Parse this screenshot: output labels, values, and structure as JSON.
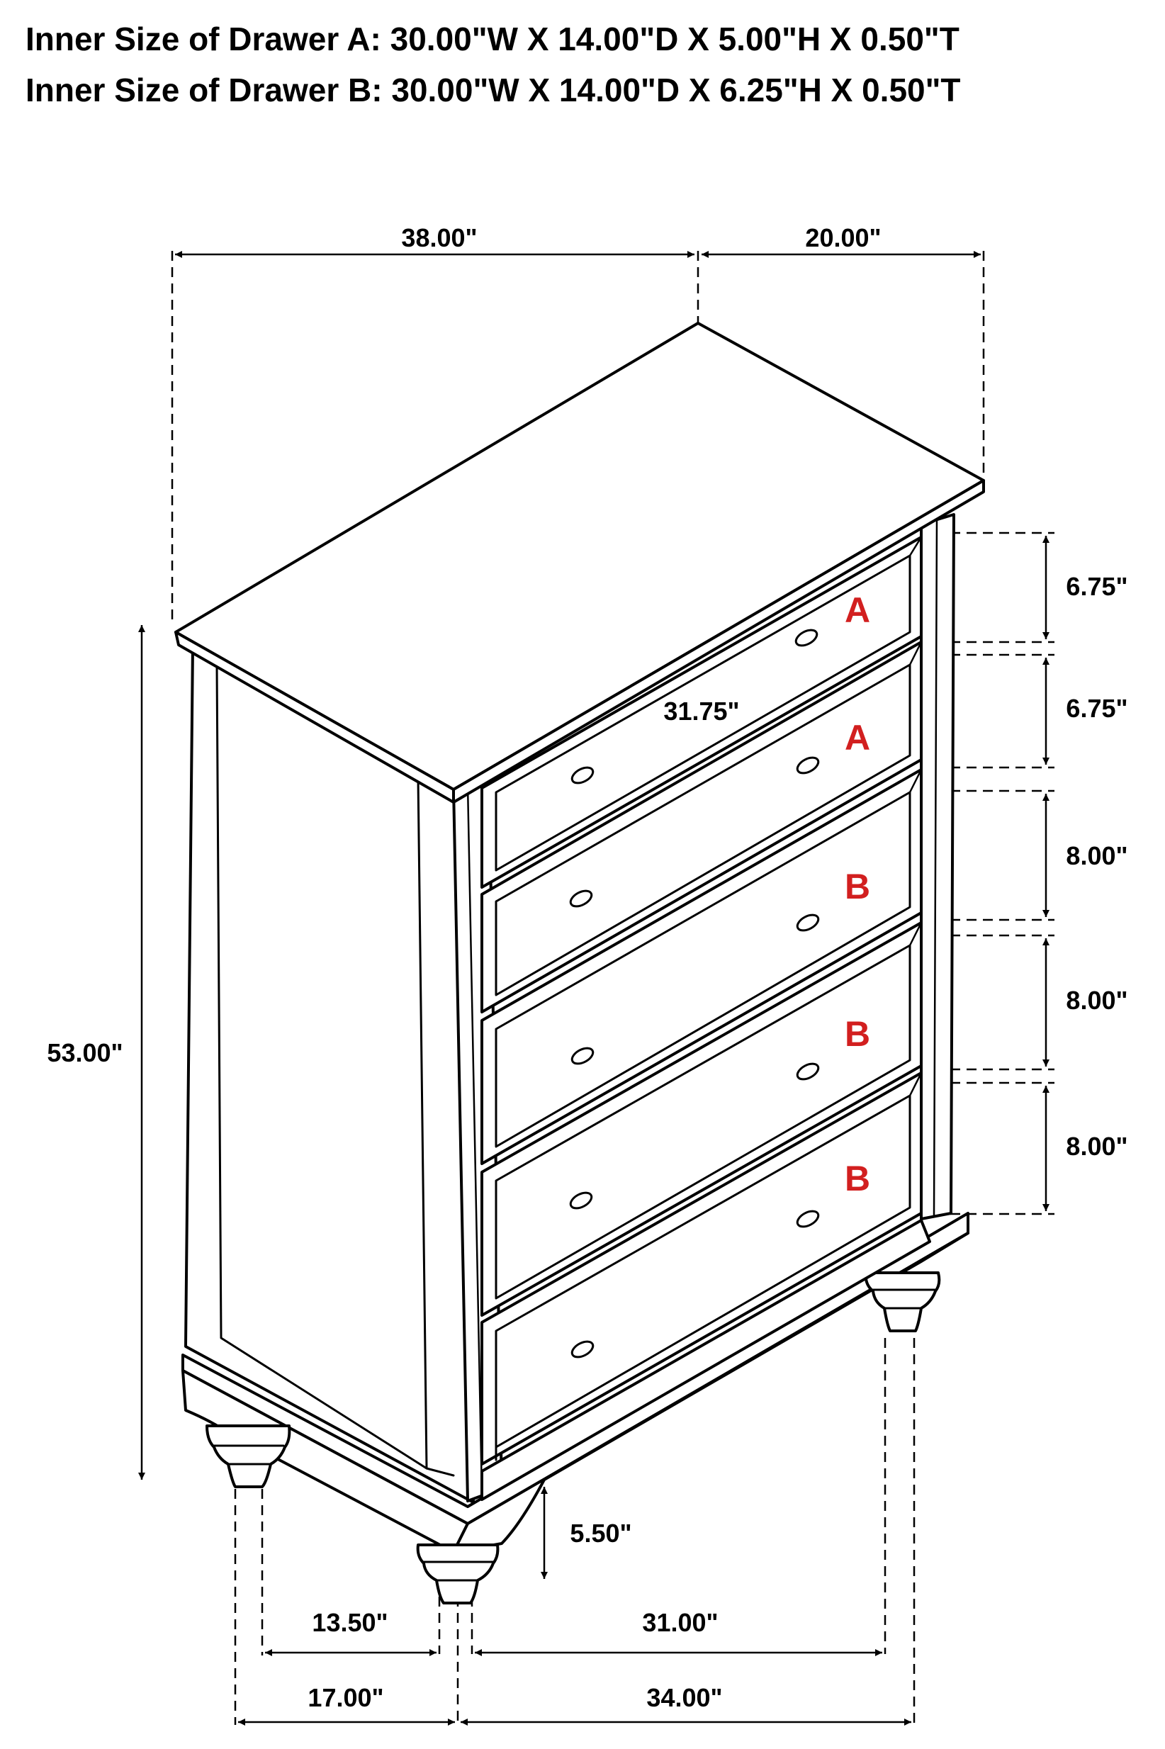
{
  "specs": {
    "drawer_a": "Inner Size of Drawer  A: 30.00\"W X 14.00\"D X 5.00\"H X 0.50\"T",
    "drawer_b": "Inner Size of Drawer B: 30.00\"W X 14.00\"D X 6.25\"H X 0.50\"T"
  },
  "dimensions": {
    "width": "38.00\"",
    "depth": "20.00\"",
    "height": "53.00\"",
    "drawer_width": "31.75\"",
    "drawer_1": "6.75\"",
    "drawer_2": "6.75\"",
    "drawer_3": "8.00\"",
    "drawer_4": "8.00\"",
    "drawer_5": "8.00\"",
    "leg_height": "5.50\"",
    "side_inner_legs": "13.50\"",
    "side_outer_legs": "17.00\"",
    "front_inner_legs": "31.00\"",
    "front_outer_legs": "34.00\""
  },
  "drawer_labels": [
    "A",
    "A",
    "B",
    "B",
    "B"
  ],
  "colors": {
    "line": "#000000",
    "drawer_label": "#d21f1f"
  }
}
